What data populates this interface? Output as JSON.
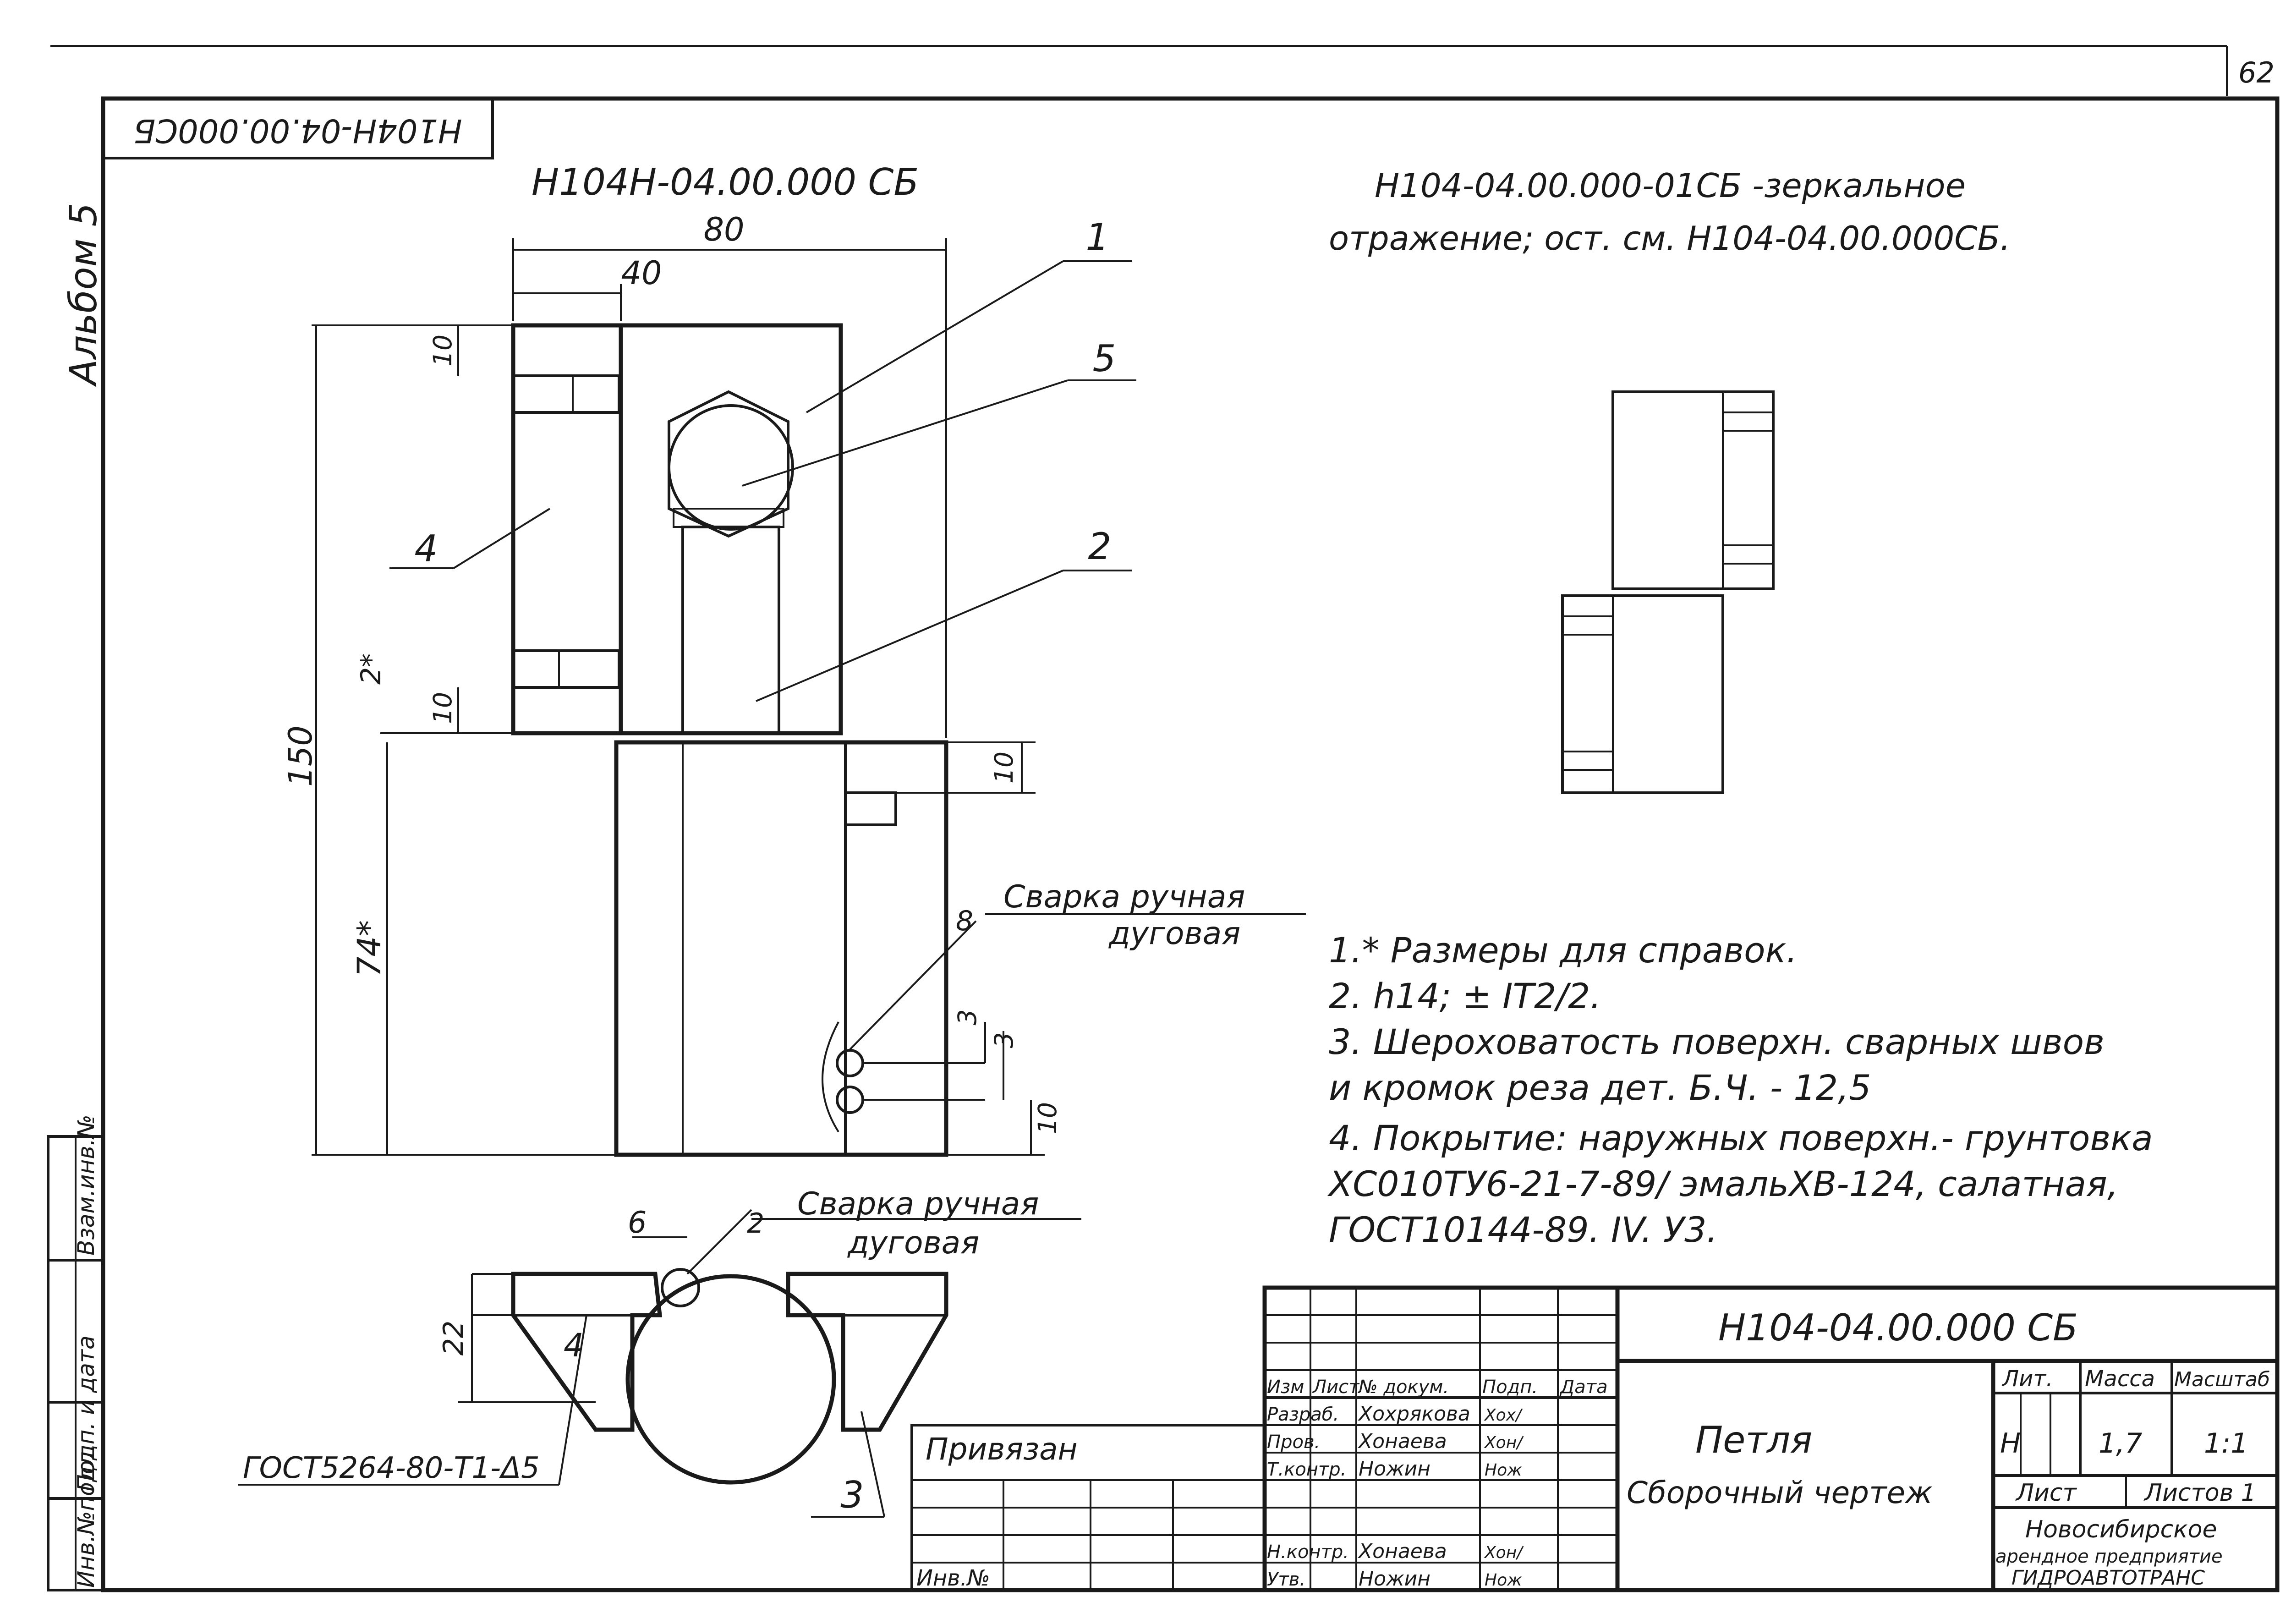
{
  "page_number": "62",
  "album_label": "Альбом 5",
  "stamp_mirrored": "Н104Н-04.00.000СБ",
  "main_view_title": "Н104Н-04.00.000 СБ",
  "mirror_note": {
    "line1": "Н104-04.00.000-01СБ -зеркальное",
    "line2": "отражение; ост. см. Н104-04.00.000СБ."
  },
  "dimensions": {
    "width_total": "80",
    "width_half": "40",
    "height_total": "150",
    "lower_height": "74*",
    "gap": "2*",
    "rib_top": "10",
    "rib_bottom": "10",
    "lower_rib": "10",
    "weld_a": "3",
    "weld_b": "3",
    "weld_c": "10",
    "plan_height": "22",
    "plan_gap": "6",
    "plan_weld": "2"
  },
  "callouts": {
    "c1": "1",
    "c2": "2",
    "c3": "3",
    "c4": "4",
    "c4_plan": "4",
    "c5": "5",
    "c8": "8"
  },
  "weld_note_side": {
    "line1": "Сварка ручная",
    "line2": "дуговая"
  },
  "weld_note_plan": {
    "line1": "Сварка ручная",
    "line2": "дуговая"
  },
  "gost_weld": "ГОСТ5264-80-Т1-Δ5",
  "tech_notes": [
    "1.* Размеры для справок.",
    "2. h14; ± IT2/2.",
    "3. Шероховатость поверхн. сварных швов",
    "и кромок реза дет. Б.Ч. - 12,5",
    "4. Покрытие: наружных поверхн.- грунтовка",
    "ХС010ТУ6-21-7-89/ эмальХВ-124, салатная,",
    "ГОСТ10144-89. IV. У3."
  ],
  "left_strip": {
    "inv_podl": "Инв.№подл.",
    "podp_data": "Подп. и дата",
    "vzam_inv": "Взам.инв.№"
  },
  "title_block": {
    "doc_number": "Н104-04.00.000 СБ",
    "name": "Петля",
    "doc_type": "Сборочный чертеж",
    "lit_header": "Лит.",
    "mass_header": "Масса",
    "scale_header": "Масштаб",
    "lit_value": "Н",
    "mass_value": "1,7",
    "scale_value": "1:1",
    "sheet_label": "Лист",
    "sheets_label": "Листов 1",
    "org_line1": "Новосибирское",
    "org_line2": "арендное предприятие",
    "org_line3": "ГИДРОАВТОТРАНС",
    "col_headers": [
      "Изм",
      "Лист",
      "№ докум.",
      "Подп.",
      "Дата"
    ],
    "rows": [
      {
        "role": "Разраб.",
        "name": "Хохрякова",
        "sign": "Хох/"
      },
      {
        "role": "Пров.",
        "name": "Хонаева",
        "sign": "Хон/"
      },
      {
        "role": "Т.контр.",
        "name": "Ножин",
        "sign": "Нож"
      },
      {
        "role": "Н.контр.",
        "name": "Хонаева",
        "sign": "Хон/"
      },
      {
        "role": "Утв.",
        "name": "Ножин",
        "sign": "Нож"
      }
    ]
  },
  "privyazan": "Привязан",
  "inv_no": "Инв.№"
}
